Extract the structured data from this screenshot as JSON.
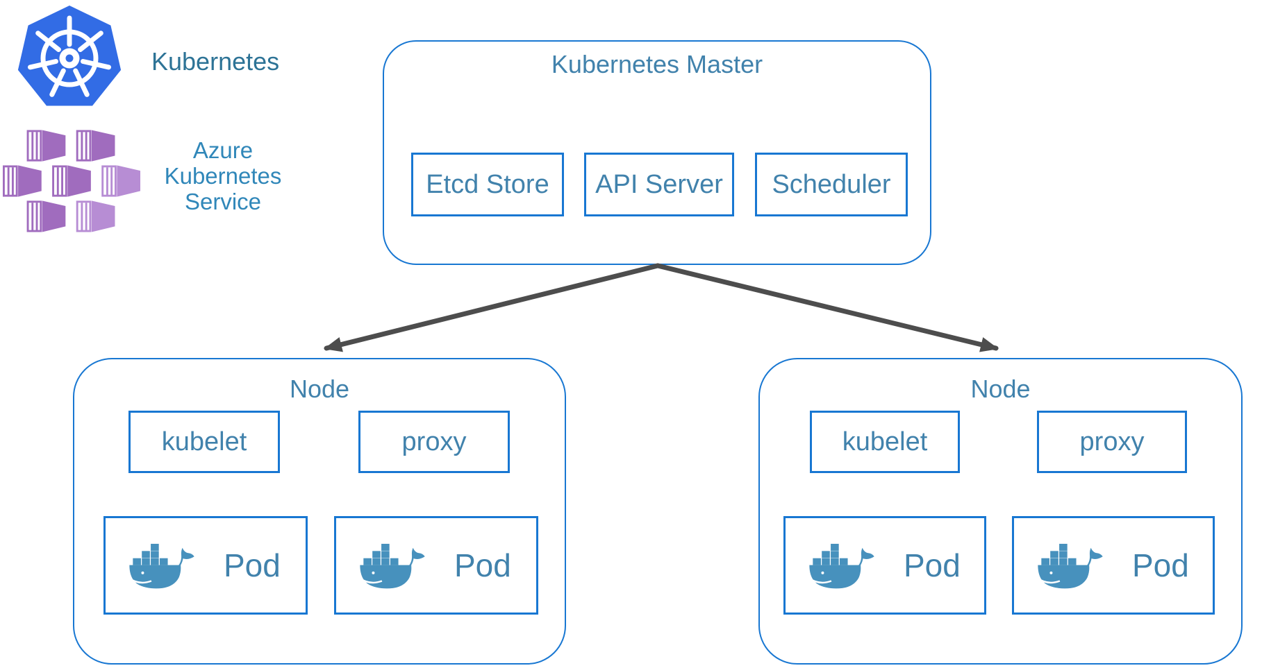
{
  "colors": {
    "box_border": "#1877d2",
    "label_text": "#4182ac",
    "logo_text": "#2d7396",
    "aks_text": "#3087b9",
    "k8s_blue": "#326ce5",
    "aks_purple": "#a06cbe",
    "aks_purple_light": "#b78dd4",
    "docker_blue": "#4791bd",
    "arrow_gray": "#4d4d4d"
  },
  "legend": {
    "kubernetes": {
      "label": "Kubernetes"
    },
    "aks": {
      "lines": [
        "Azure",
        "Kubernetes",
        "Service"
      ]
    }
  },
  "master": {
    "title": "Kubernetes Master",
    "components": [
      {
        "label": "Etcd Store"
      },
      {
        "label": "API Server"
      },
      {
        "label": "Scheduler"
      }
    ]
  },
  "nodes": [
    {
      "title": "Node",
      "agents": [
        {
          "label": "kubelet"
        },
        {
          "label": "proxy"
        }
      ],
      "pods": [
        {
          "label": "Pod"
        },
        {
          "label": "Pod"
        }
      ]
    },
    {
      "title": "Node",
      "agents": [
        {
          "label": "kubelet"
        },
        {
          "label": "proxy"
        }
      ],
      "pods": [
        {
          "label": "Pod"
        },
        {
          "label": "Pod"
        }
      ]
    }
  ]
}
